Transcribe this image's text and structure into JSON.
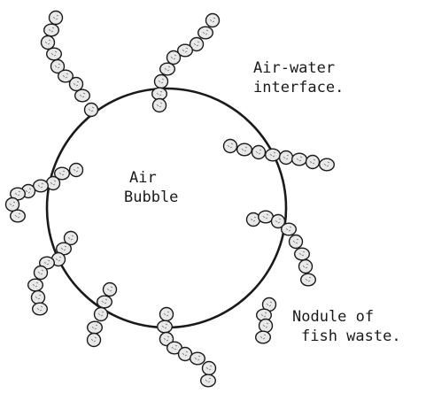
{
  "labels": {
    "interface_line1": "Air-water",
    "interface_line2": "interface.",
    "bubble_line1": "Air",
    "bubble_line2": "Bubble",
    "nodule_line1": "Nodule of",
    "nodule_line2": "fish waste."
  },
  "colors": {
    "ink": "#1a1a1a",
    "bead_fill": "#e9e9e9",
    "background": "#ffffff"
  }
}
